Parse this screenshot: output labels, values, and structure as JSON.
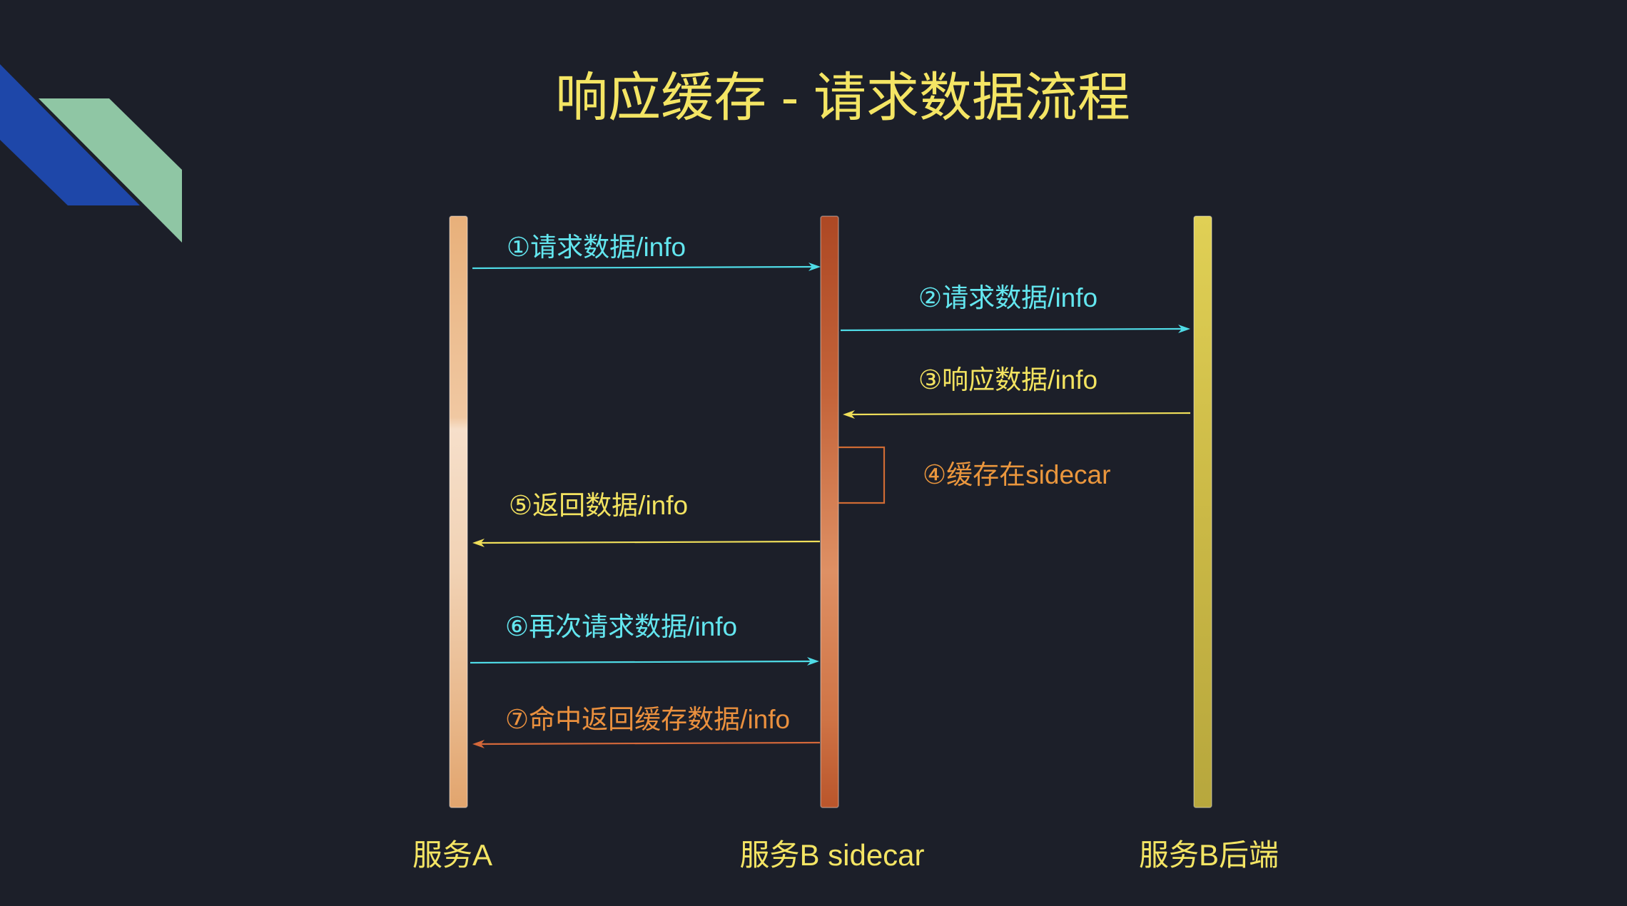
{
  "title": "响应缓存 - 请求数据流程",
  "participants": [
    {
      "label": "服务A"
    },
    {
      "label": "服务B sidecar"
    },
    {
      "label": "服务B后端"
    }
  ],
  "messages": [
    {
      "label": "①请求数据/info",
      "text_color": "#63e6ef",
      "arrow_color": "#4fdbe6"
    },
    {
      "label": "②请求数据/info",
      "text_color": "#63e6ef",
      "arrow_color": "#4fdbe6"
    },
    {
      "label": "③响应数据/info",
      "text_color": "#f3e360",
      "arrow_color": "#f0df5a"
    },
    {
      "label": "④缓存在sidecar",
      "text_color": "#ea963d",
      "arrow_color": "#cf6b34"
    },
    {
      "label": "⑤返回数据/info",
      "text_color": "#f3e360",
      "arrow_color": "#f0df5a"
    },
    {
      "label": "⑥再次请求数据/info",
      "text_color": "#63e6ef",
      "arrow_color": "#4fdbe6"
    },
    {
      "label": "⑦命中返回缓存数据/info",
      "text_color": "#ea903e",
      "arrow_color": "#d4683a"
    }
  ],
  "colors": {
    "background": "#1c1f29",
    "title": "#f4e564",
    "participant_label": "#f4e564",
    "accent_blue": "#1e47a9",
    "accent_green": "#8fc6a4"
  }
}
